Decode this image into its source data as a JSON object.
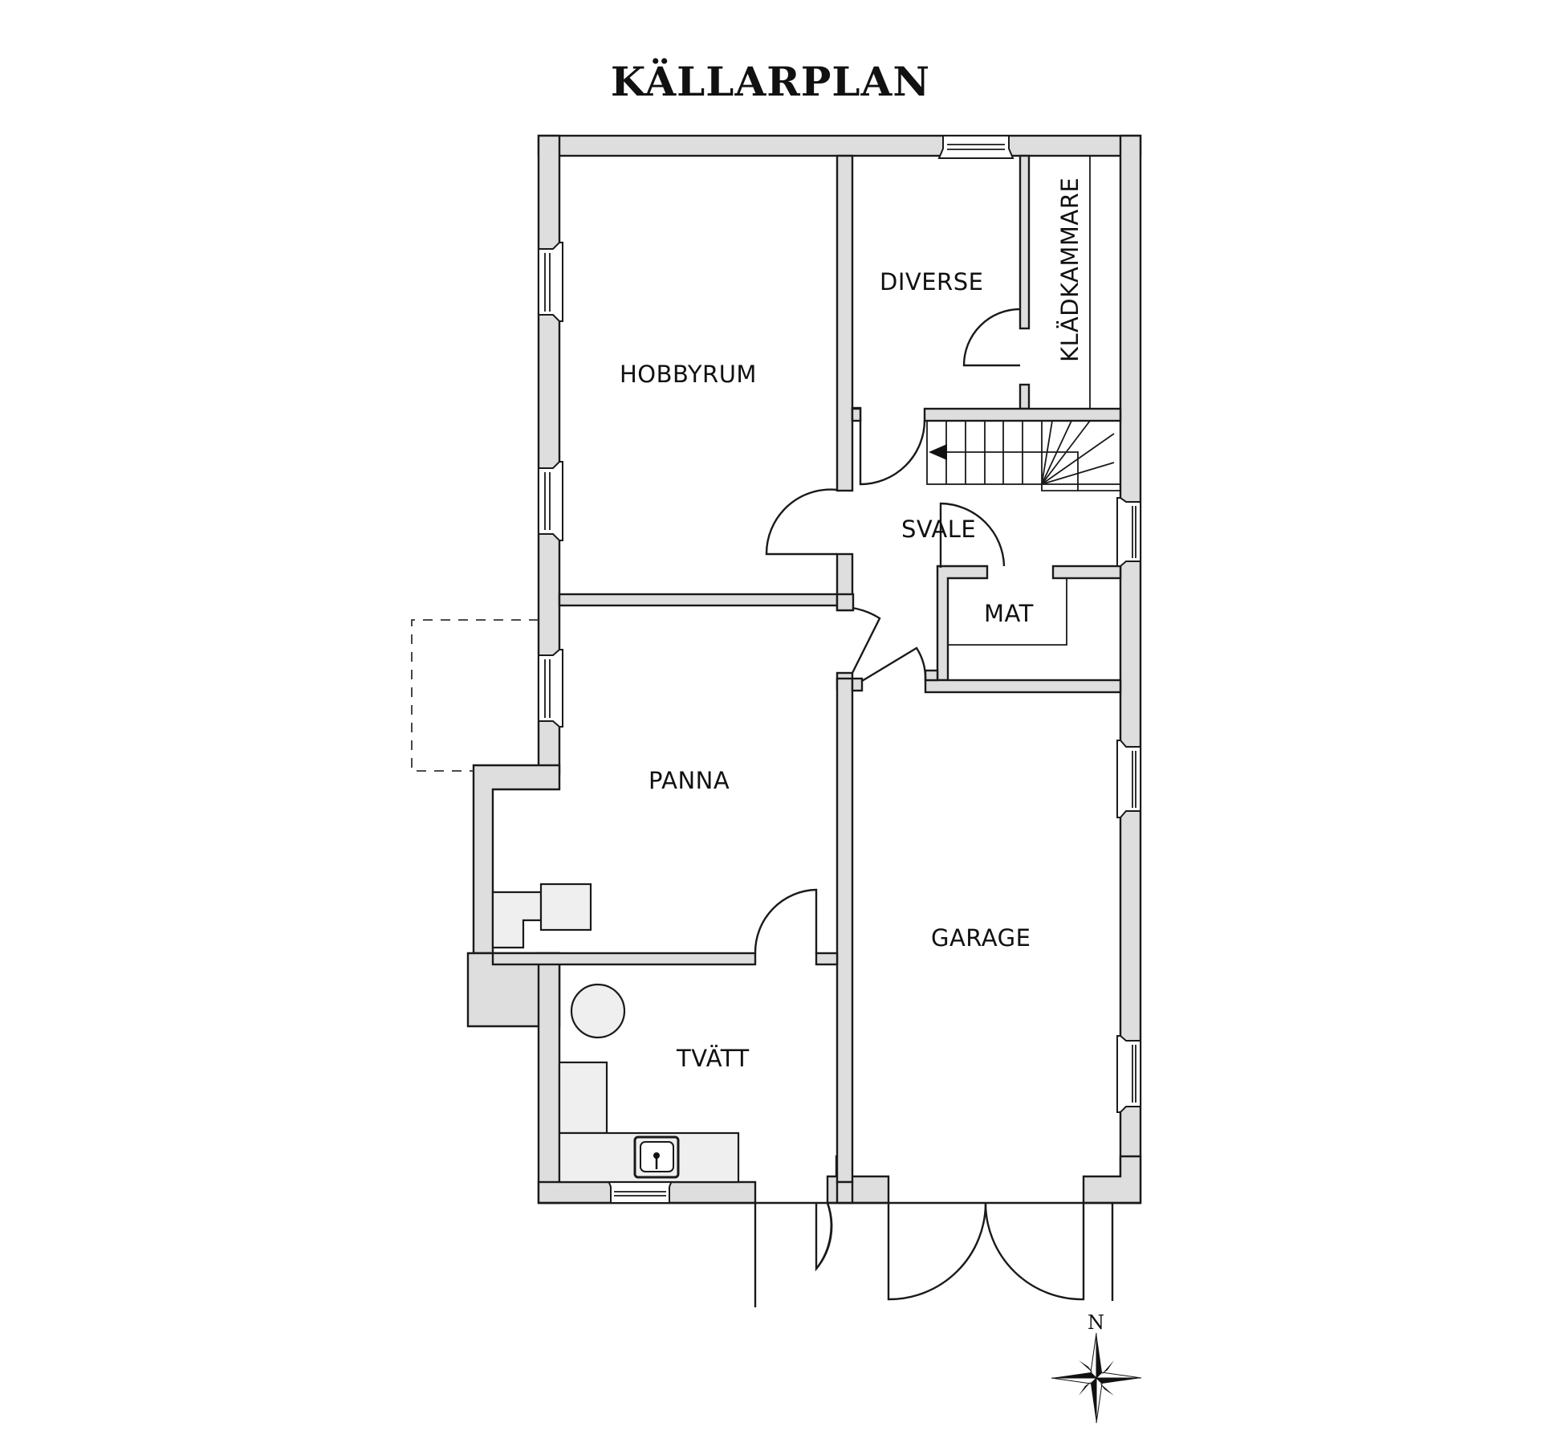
{
  "title": "KÄLLARPLAN",
  "rooms": {
    "hobbyrum": "HOBBYRUM",
    "diverse": "DIVERSE",
    "kladkammare": "KLÄDKAMMARE",
    "svale": "SVALE",
    "mat": "MAT",
    "panna": "PANNA",
    "garage": "GARAGE",
    "tvatt": "TVÄTT"
  },
  "compass": {
    "north_label": "N"
  },
  "colors": {
    "wall_fill": "#dedede",
    "line": "#1a1a1a",
    "fixture_fill": "#efefef",
    "background": "#ffffff"
  }
}
